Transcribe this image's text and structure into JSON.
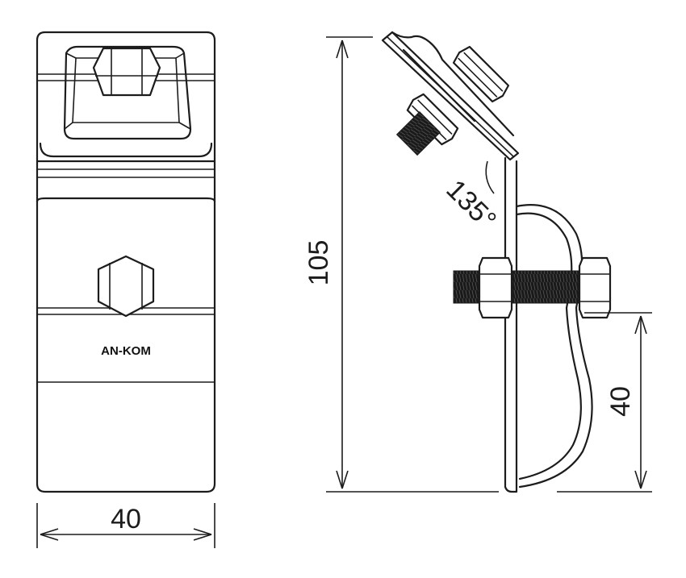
{
  "front_view": {
    "brand_label": "AN-KOM",
    "width_dimension": "40"
  },
  "side_view": {
    "height_dimension": "105",
    "angle_label": "135°",
    "lower_dimension": "40"
  }
}
